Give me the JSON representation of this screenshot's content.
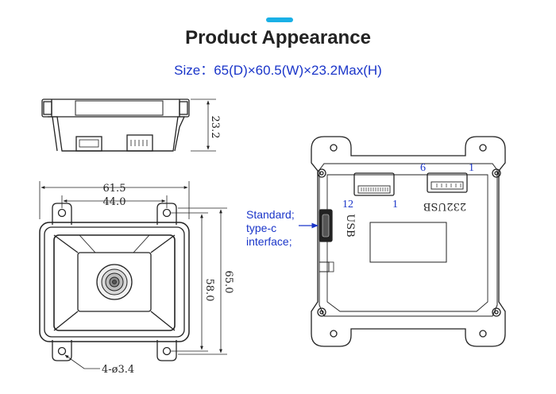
{
  "header": {
    "title": "Product Appearance",
    "size_label": "Size：",
    "size_value": "65(D)×60.5(W)×23.2Max(H)"
  },
  "side_view": {
    "height_dim": "23.2"
  },
  "front_view": {
    "width_outer": "61.5",
    "width_holes": "44.0",
    "height_outer": "65.0",
    "height_holes": "58.0",
    "holes_note": "4-ø3.4"
  },
  "back_view": {
    "pin_6": "6",
    "pin_1_right": "1",
    "pin_12": "12",
    "pin_1_left": "1",
    "label_232usb": "232USB",
    "label_usb": "USB",
    "callout": [
      "Standard;",
      "type-c",
      "interface;"
    ]
  },
  "colors": {
    "accent": "#1ab0e6",
    "blue_text": "#1a35c9",
    "title": "#222222"
  }
}
